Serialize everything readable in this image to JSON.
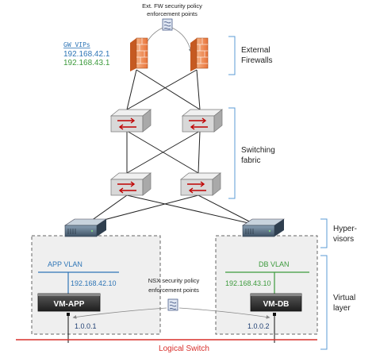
{
  "labels": {
    "ext_fw_title_line1": "Ext. FW security policy",
    "ext_fw_title_line2": "enforcement points",
    "gw_vips_title": "GW VIPs",
    "gw_vip_1": "192.168.42.1",
    "gw_vip_2": "192.168.43.1",
    "nsx_title_line1": "NSX security policy",
    "nsx_title_line2": "enforcement points",
    "app_vlan": "APP VLAN",
    "app_ip": "192.168.42.10",
    "vm_app": "VM-APP",
    "app_lif": "1.0.0.1",
    "db_vlan": "DB VLAN",
    "db_ip": "192.168.43.10",
    "vm_db": "VM-DB",
    "db_lif": "1.0.0.2",
    "logical_switch": "Logical Switch"
  },
  "layers": {
    "external_firewalls_line1": "External",
    "external_firewalls_line2": "Firewalls",
    "switching_fabric_line1": "Switching",
    "switching_fabric_line2": "fabric",
    "hypervisors_line1": "Hyper-",
    "hypervisors_line2": "visors",
    "virtual_layer_line1": "Virtual",
    "virtual_layer_line2": "layer"
  },
  "colors": {
    "app_blue": "#2e75b6",
    "db_green": "#3c9a3c",
    "logical_switch_red": "#d9302c",
    "bracket_blue": "#5b9bd5",
    "firewall_orange": "#e8733a",
    "firewall_light": "#f6b183",
    "switch_gray": "#d8d8d8",
    "server_dark": "#2f3f4f"
  },
  "icons": {
    "policy_scroll": "policy-scroll-icon",
    "firewall": "firewall-icon",
    "switch": "switch-icon",
    "server": "server-icon"
  }
}
